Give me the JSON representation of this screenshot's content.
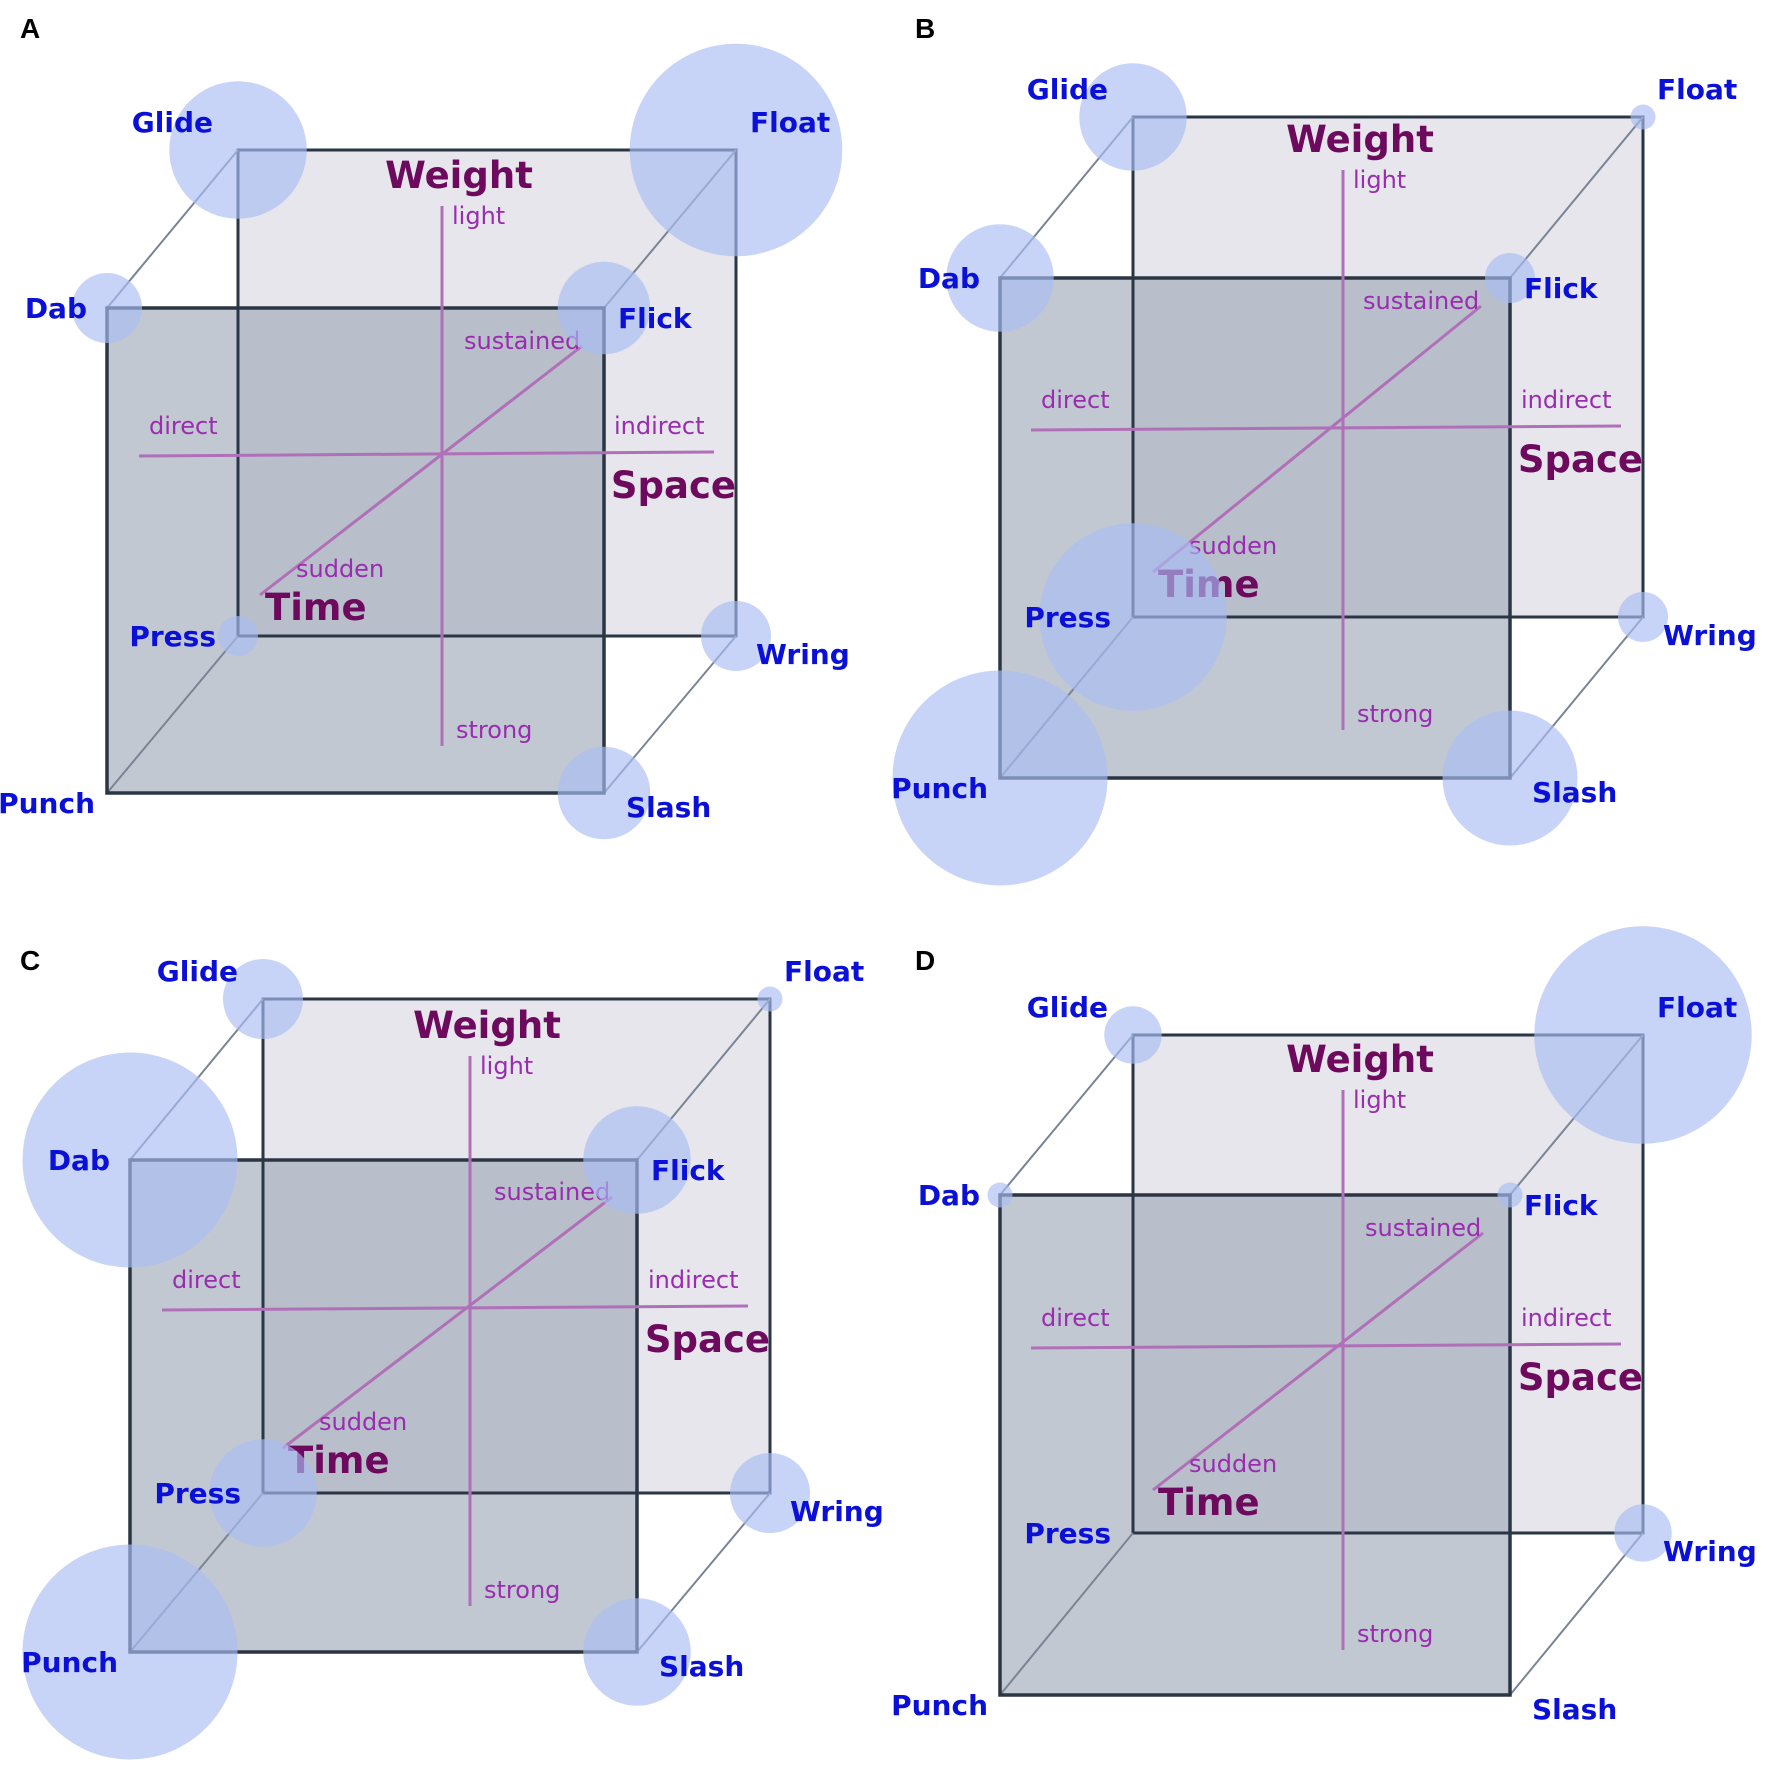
{
  "panels": [
    {
      "letter": "A",
      "factors": {
        "weight": "Weight",
        "space": "Space",
        "time": "Time"
      },
      "poles": {
        "light": "light",
        "strong": "strong",
        "direct": "direct",
        "indirect": "indirect",
        "sustained": "sustained",
        "sudden": "sudden"
      },
      "efforts": [
        {
          "id": "glide",
          "label": "Glide",
          "bubble": 0.55
        },
        {
          "id": "float",
          "label": "Float",
          "bubble": 0.85
        },
        {
          "id": "dab",
          "label": "Dab",
          "bubble": 0.28
        },
        {
          "id": "flick",
          "label": "Flick",
          "bubble": 0.37
        },
        {
          "id": "press",
          "label": "Press",
          "bubble": 0.16
        },
        {
          "id": "wring",
          "label": "Wring",
          "bubble": 0.28
        },
        {
          "id": "punch",
          "label": "Punch",
          "bubble": 0.0
        },
        {
          "id": "slash",
          "label": "Slash",
          "bubble": 0.37
        }
      ]
    },
    {
      "letter": "B",
      "factors": {
        "weight": "Weight",
        "space": "Space",
        "time": "Time"
      },
      "poles": {
        "light": "light",
        "strong": "strong",
        "direct": "direct",
        "indirect": "indirect",
        "sustained": "sustained",
        "sudden": "sudden"
      },
      "efforts": [
        {
          "id": "glide",
          "label": "Glide",
          "bubble": 0.43
        },
        {
          "id": "float",
          "label": "Float",
          "bubble": 0.1
        },
        {
          "id": "dab",
          "label": "Dab",
          "bubble": 0.43
        },
        {
          "id": "flick",
          "label": "Flick",
          "bubble": 0.2
        },
        {
          "id": "press",
          "label": "Press",
          "bubble": 0.75
        },
        {
          "id": "wring",
          "label": "Wring",
          "bubble": 0.2
        },
        {
          "id": "punch",
          "label": "Punch",
          "bubble": 0.86
        },
        {
          "id": "slash",
          "label": "Slash",
          "bubble": 0.54
        }
      ]
    },
    {
      "letter": "C",
      "factors": {
        "weight": "Weight",
        "space": "Space",
        "time": "Time"
      },
      "poles": {
        "light": "light",
        "strong": "strong",
        "direct": "direct",
        "indirect": "indirect",
        "sustained": "sustained",
        "sudden": "sudden"
      },
      "efforts": [
        {
          "id": "glide",
          "label": "Glide",
          "bubble": 0.32
        },
        {
          "id": "float",
          "label": "Float",
          "bubble": 0.1
        },
        {
          "id": "dab",
          "label": "Dab",
          "bubble": 0.86
        },
        {
          "id": "flick",
          "label": "Flick",
          "bubble": 0.43
        },
        {
          "id": "press",
          "label": "Press",
          "bubble": 0.43
        },
        {
          "id": "wring",
          "label": "Wring",
          "bubble": 0.32
        },
        {
          "id": "punch",
          "label": "Punch",
          "bubble": 0.86
        },
        {
          "id": "slash",
          "label": "Slash",
          "bubble": 0.43
        }
      ]
    },
    {
      "letter": "D",
      "factors": {
        "weight": "Weight",
        "space": "Space",
        "time": "Time"
      },
      "poles": {
        "light": "light",
        "strong": "strong",
        "direct": "direct",
        "indirect": "indirect",
        "sustained": "sustained",
        "sudden": "sudden"
      },
      "efforts": [
        {
          "id": "glide",
          "label": "Glide",
          "bubble": 0.23
        },
        {
          "id": "float",
          "label": "Float",
          "bubble": 0.87
        },
        {
          "id": "dab",
          "label": "Dab",
          "bubble": 0.1
        },
        {
          "id": "flick",
          "label": "Flick",
          "bubble": 0.1
        },
        {
          "id": "press",
          "label": "Press",
          "bubble": 0.0
        },
        {
          "id": "wring",
          "label": "Wring",
          "bubble": 0.23
        },
        {
          "id": "punch",
          "label": "Punch",
          "bubble": 0.0
        },
        {
          "id": "slash",
          "label": "Slash",
          "bubble": 0.0
        }
      ]
    }
  ],
  "colors": {
    "bubble": "#a9bdf5",
    "effort_text": "#0a10d8",
    "factor_text": "#6e0a5e",
    "pole_text": "#9a2cb0",
    "axis_line": "#b070b8",
    "cube_edge_front": "#4a78c8",
    "cube_edge_back": "#2a3644",
    "front_face": "#9aa4b4",
    "back_face": "#e6e6ec"
  }
}
